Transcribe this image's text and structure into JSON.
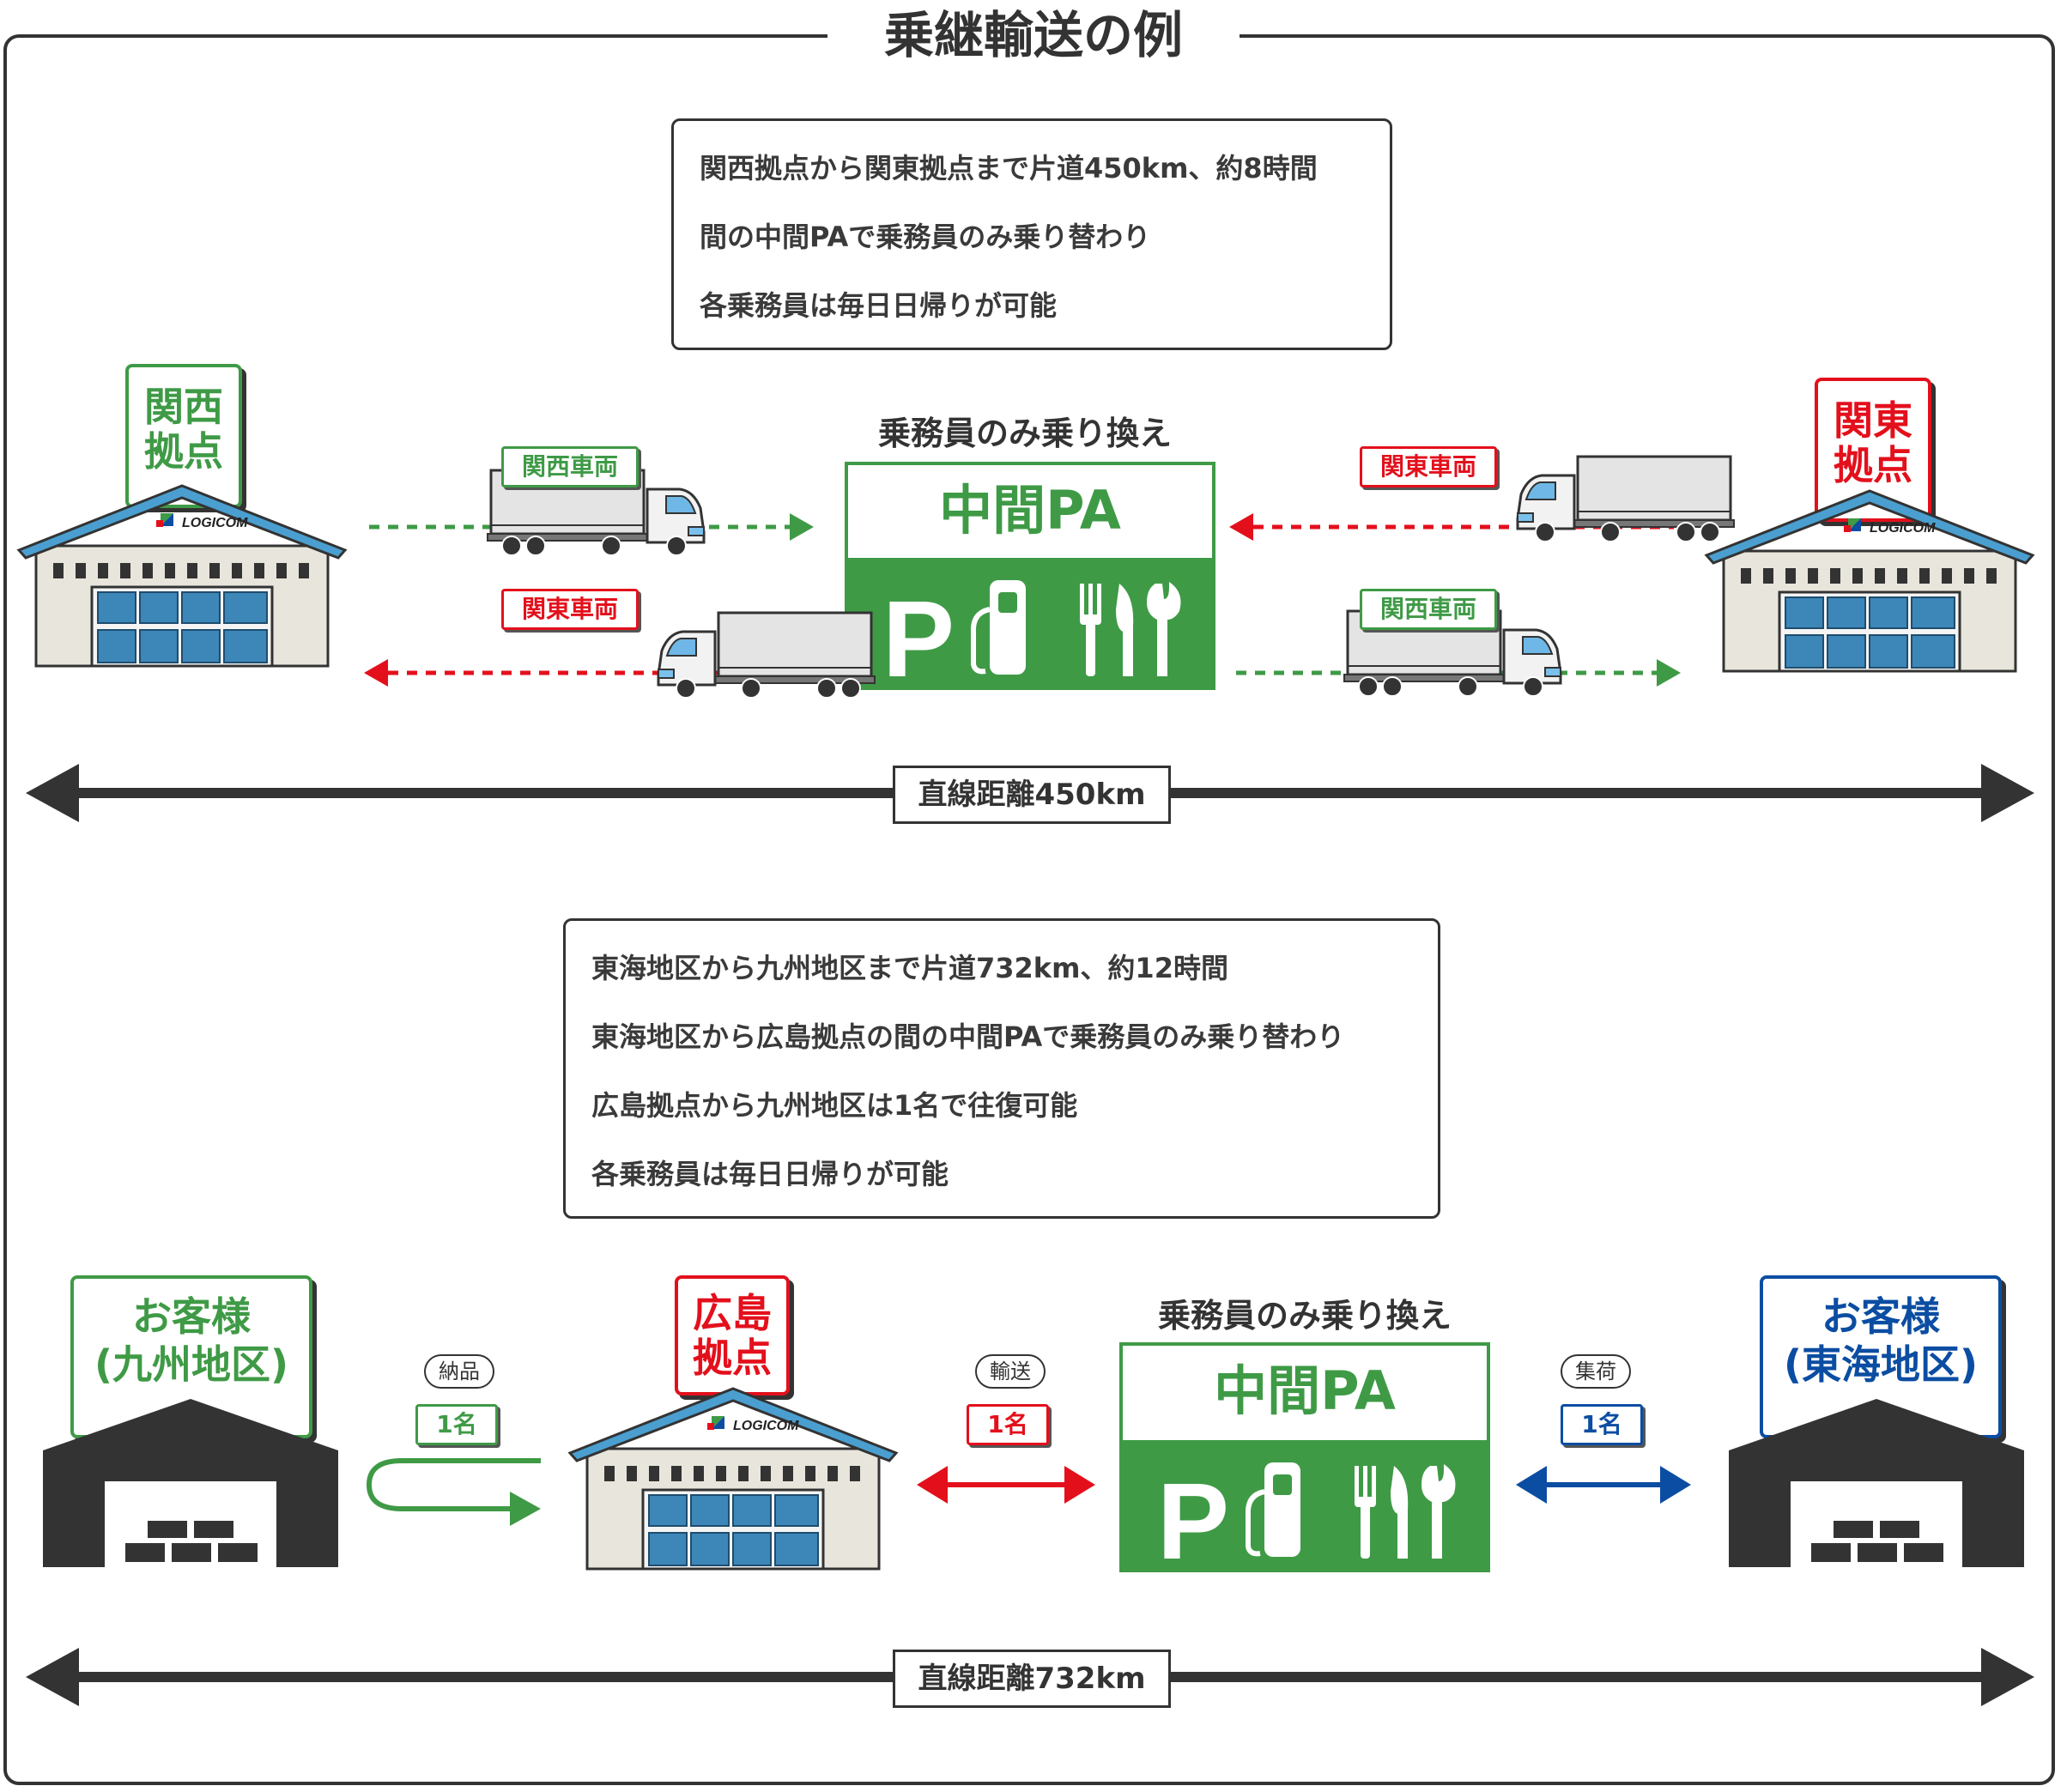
{
  "title": "乗継輸送の例",
  "colors": {
    "green": "#3f9a46",
    "red": "#e3101c",
    "blue": "#0b4da2",
    "dark": "#333333",
    "roof": "#4a9fd0"
  },
  "section1": {
    "info_lines": [
      "関西拠点から関東拠点まで片道450km、約8時間",
      "間の中間PAで乗務員のみ乗り替わり",
      "各乗務員は毎日日帰りが可能"
    ],
    "left_base": {
      "line1": "関西",
      "line2": "拠点"
    },
    "right_base": {
      "line1": "関東",
      "line2": "拠点"
    },
    "crew_change_label": "乗務員のみ乗り換え",
    "pa_title": "中間PA",
    "truck_labels": {
      "top_left": "関西車両",
      "bottom_left": "関東車両",
      "top_right": "関東車両",
      "bottom_right": "関西車両"
    },
    "warehouse_logo": "LOGICOM",
    "distance": "直線距離450km"
  },
  "section2": {
    "info_lines": [
      "東海地区から九州地区まで片道732km、約12時間",
      "東海地区から広島拠点の間の中間PAで乗務員のみ乗り替わり",
      "広島拠点から九州地区は1名で往復可能",
      "各乗務員は毎日日帰りが可能"
    ],
    "customer_left": {
      "line1": "お客様",
      "line2": "(九州地区)"
    },
    "hub": {
      "line1": "広島",
      "line2": "拠点"
    },
    "customer_right": {
      "line1": "お客様",
      "line2": "(東海地区)"
    },
    "crew_change_label": "乗務員のみ乗り換え",
    "pa_title": "中間PA",
    "legs": [
      {
        "type": "納品",
        "crew": "1名"
      },
      {
        "type": "輸送",
        "crew": "1名"
      },
      {
        "type": "集荷",
        "crew": "1名"
      }
    ],
    "warehouse_logo": "LOGICOM",
    "distance": "直線距離732km"
  }
}
